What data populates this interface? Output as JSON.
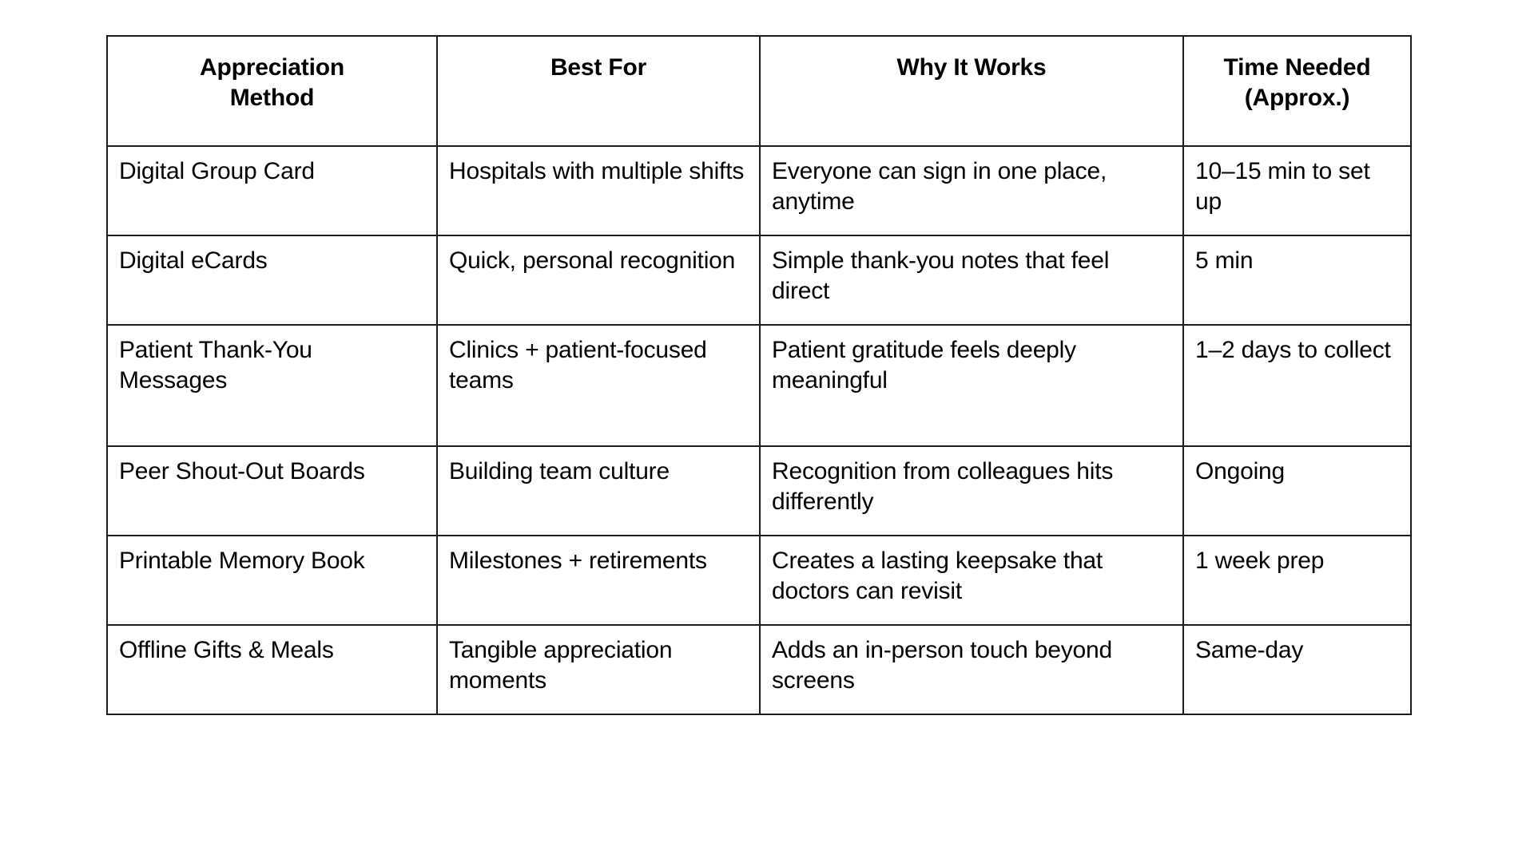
{
  "document": {
    "type": "table",
    "background_color": "#ffffff",
    "border_color": "#1b1b1b",
    "text_color": "#000000"
  },
  "table": {
    "columns": [
      {
        "id": "appreciation-method",
        "header_lines": [
          "Appreciation",
          "Method"
        ],
        "header": "Appreciation Method"
      },
      {
        "id": "best-for",
        "header_lines": [
          "Best For"
        ],
        "header": "Best For"
      },
      {
        "id": "why-it-works",
        "header_lines": [
          "Why It Works"
        ],
        "header": "Why It Works"
      },
      {
        "id": "time-needed",
        "header_lines": [
          "Time Needed",
          "(Approx.)"
        ],
        "header": "Time Needed (Approx.)"
      }
    ],
    "rows": [
      {
        "method": "Digital Group Card",
        "best_for": "Hospitals with multiple shifts",
        "why_it_works": "Everyone can sign in one place, anytime",
        "time_needed": "10–15 min to set up"
      },
      {
        "method": "Digital eCards",
        "best_for": "Quick, personal recognition",
        "why_it_works": "Simple thank-you notes that feel direct",
        "time_needed": "5 min"
      },
      {
        "method": "Patient Thank-You Messages",
        "best_for": "Clinics + patient-focused teams",
        "why_it_works": "Patient gratitude feels deeply meaningful",
        "time_needed": "1–2 days to collect"
      },
      {
        "method": "Peer Shout-Out Boards",
        "best_for": "Building team culture",
        "why_it_works": "Recognition from colleagues hits differently",
        "time_needed": "Ongoing"
      },
      {
        "method": "Printable Memory Book",
        "best_for": "Milestones + retirements",
        "why_it_works": "Creates a lasting keepsake that doctors can revisit",
        "time_needed": "1 week prep"
      },
      {
        "method": "Offline Gifts & Meals",
        "best_for": "Tangible appreciation moments",
        "why_it_works": "Adds an in-person touch beyond screens",
        "time_needed": "Same-day"
      }
    ]
  }
}
